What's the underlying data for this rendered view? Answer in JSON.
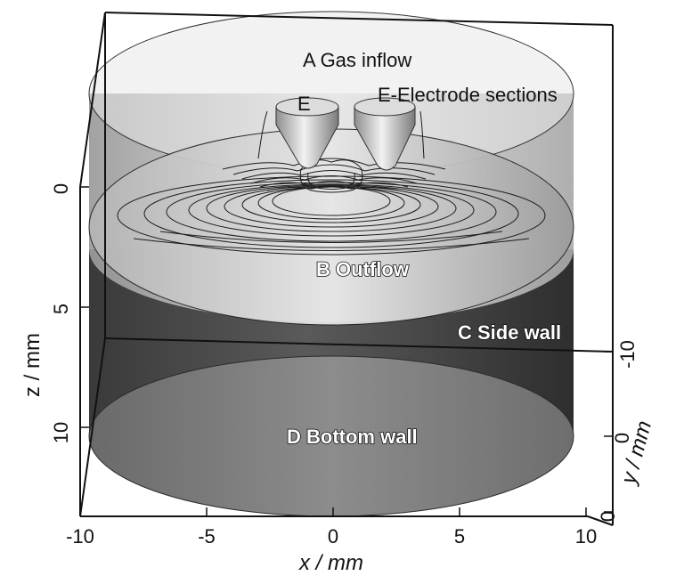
{
  "labels": {
    "gas_inflow": "A Gas inflow",
    "electrode_e": "E",
    "electrode_sections": "E-Electrode sections",
    "outflow": "B Outflow",
    "side_wall": "C Side wall",
    "bottom_wall": "D Bottom wall"
  },
  "axes": {
    "x": {
      "label": "x / mm",
      "ticks": [
        "-10",
        "-5",
        "0",
        "5",
        "10"
      ]
    },
    "y": {
      "label": "y / mm",
      "ticks": [
        "-10",
        "0",
        "0"
      ]
    },
    "z": {
      "label": "z / mm",
      "ticks": [
        "0",
        "5",
        "10"
      ]
    }
  }
}
